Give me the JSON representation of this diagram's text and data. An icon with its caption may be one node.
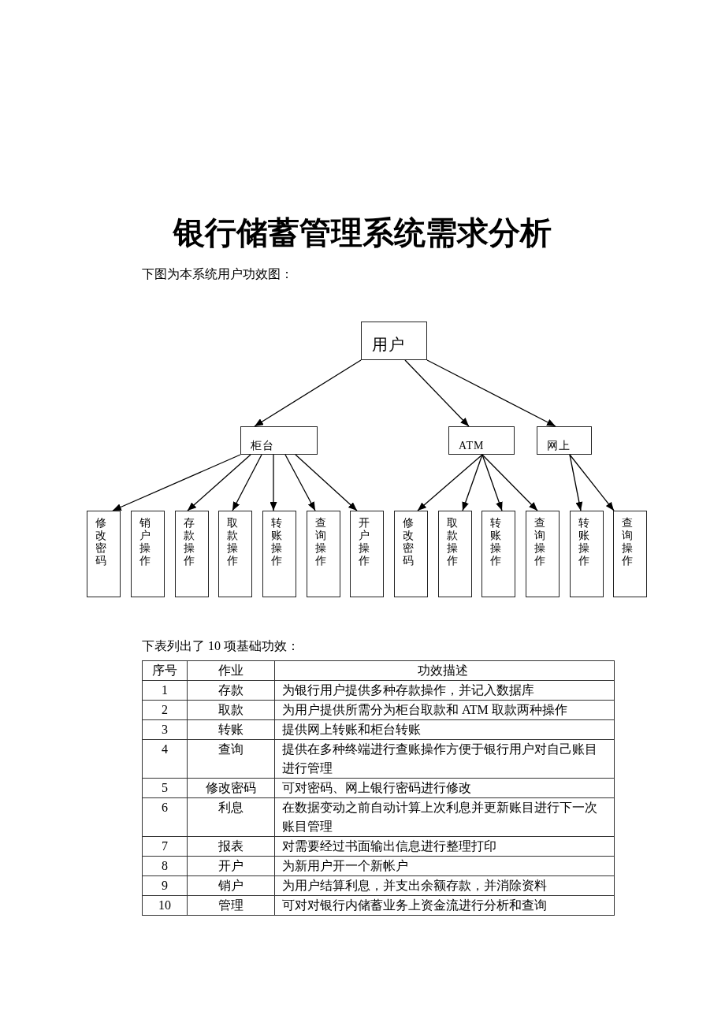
{
  "diagram": {
    "title": "银行储蓄管理系统需求分析",
    "nodes": [
      {
        "text": [
          "用户"
        ]
      },
      {
        "text": [
          "柜台"
        ]
      },
      {
        "text": [
          "ATM"
        ]
      },
      {
        "text": [
          "网上"
        ]
      },
      {
        "text": [
          "修改密码"
        ]
      },
      {
        "text": [
          "销户操作"
        ]
      },
      {
        "text": [
          "存款操作"
        ]
      },
      {
        "text": [
          "取款操作"
        ]
      },
      {
        "text": [
          "转账操作"
        ]
      },
      {
        "text": [
          "查询操作"
        ]
      },
      {
        "text": [
          "开户操作"
        ]
      },
      {
        "text": [
          "修改密码"
        ]
      },
      {
        "text": [
          "取款操作"
        ]
      },
      {
        "text": [
          "转账操作"
        ]
      },
      {
        "text": [
          "查询操作"
        ]
      },
      {
        "text": [
          "转账操作"
        ]
      },
      {
        "text": [
          "查询操作"
        ]
      }
    ],
    "edges": [
      {
        "from": 0,
        "to": 1,
        "arrow": "to"
      },
      {
        "from": 0,
        "to": 2,
        "arrow": "to"
      },
      {
        "from": 0,
        "to": 3,
        "arrow": "to"
      },
      {
        "from": 1,
        "to": 4,
        "arrow": "to"
      },
      {
        "from": 1,
        "to": 6,
        "arrow": "to"
      },
      {
        "from": 1,
        "to": 7,
        "arrow": "to"
      },
      {
        "from": 1,
        "to": 8,
        "arrow": "to"
      },
      {
        "from": 1,
        "to": 9,
        "arrow": "to"
      },
      {
        "from": 1,
        "to": 10,
        "arrow": "to"
      },
      {
        "from": 2,
        "to": 11,
        "arrow": "to"
      },
      {
        "from": 2,
        "to": 12,
        "arrow": "to"
      },
      {
        "from": 2,
        "to": 13,
        "arrow": "to"
      },
      {
        "from": 2,
        "to": 14,
        "arrow": "to"
      },
      {
        "from": 3,
        "to": 15,
        "arrow": "to"
      },
      {
        "from": 3,
        "to": 16,
        "arrow": "to"
      }
    ],
    "labels": [
      "下图为本系统用户功效图：",
      "下表列出了 10 项基础功效：",
      "序号",
      "作业",
      "功效描述",
      "1",
      "存款",
      "为银行用户提供多种存款操作，并记入数据库",
      "2",
      "取款",
      "为用户提供所需分为柜台取款和 ATM 取款两种操作",
      "3",
      "转账",
      "提供网上转账和柜台转账",
      "4",
      "查询",
      "提供在多种终端进行查账操作方便于银行用户对自己账目进行管理",
      "5",
      "修改密码",
      "可对密码、网上银行密码进行修改",
      "6",
      "利息",
      "在数据变动之前自动计算上次利息并更新账目进行下一次账目管理",
      "7",
      "报表",
      "对需要经过书面输出信息进行整理打印",
      "8",
      "开户",
      "为新用户开一个新帐户",
      "9",
      "销户",
      "为用户结算利息，并支出余额存款，并消除资料",
      "10",
      "管理",
      "可对对银行内储蓄业务上资金流进行分析和查询"
    ]
  }
}
